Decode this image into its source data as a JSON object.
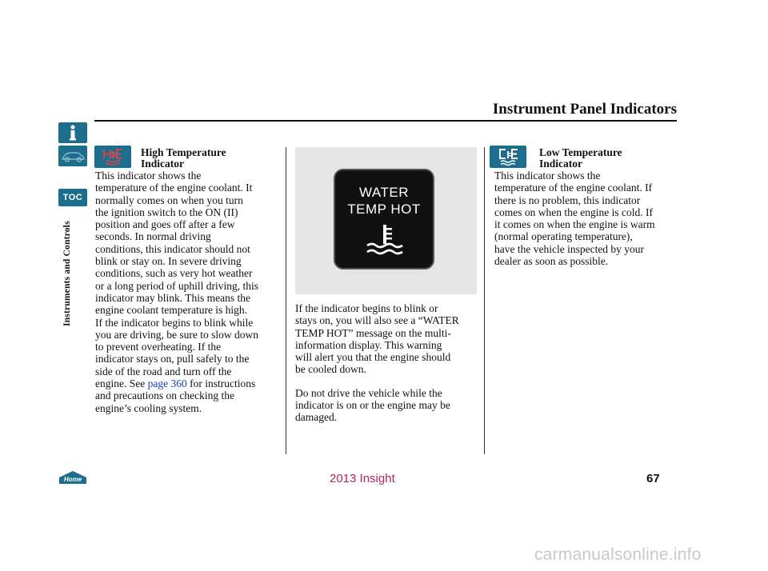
{
  "header": {
    "title": "Instrument Panel Indicators"
  },
  "nav": {
    "toc_label": "TOC",
    "side_label": "Instruments and Controls",
    "home_label": "Home"
  },
  "icons": {
    "accent_color": "#1c6e8c",
    "warning_color": "#d9444d"
  },
  "high_temp": {
    "title_line1": "High Temperature",
    "title_line2": "Indicator",
    "lines": [
      "This indicator shows the",
      "temperature of the engine coolant. It",
      "normally comes on when you turn",
      "the ignition switch to the ON (II)",
      "position and goes off after a few",
      "seconds. In normal driving",
      "conditions, this indicator should not",
      "blink or stay on. In severe driving",
      "conditions, such as very hot weather",
      "or a long period of uphill driving, this",
      "indicator may blink. This means the",
      "engine coolant temperature is high.",
      "If the indicator begins to blink while",
      "you are driving, be sure to slow down",
      "to prevent overheating. If the",
      "indicator stays on, pull safely to the",
      "side of the road and turn off the"
    ],
    "see_prefix": "engine. See ",
    "link_text": "page 360",
    "see_suffix": " for instructions",
    "tail_lines": [
      "and precautions on checking the",
      "engine’s cooling system."
    ]
  },
  "display": {
    "line1": "WATER",
    "line2": "TEMP HOT"
  },
  "middle": {
    "para1": [
      "If the indicator begins to blink or",
      "stays on, you will also see a “WATER",
      "TEMP HOT” message on the multi-",
      "information display. This warning",
      "will alert you that the engine should",
      "be cooled down."
    ],
    "para2": [
      "Do not drive the vehicle while the",
      "indicator is on or the engine may be",
      "damaged."
    ]
  },
  "low_temp": {
    "title_line1": "Low Temperature",
    "title_line2": "Indicator",
    "lines": [
      "This indicator shows the",
      "temperature of the engine coolant. If",
      "there is no problem, this indicator",
      "comes on when the engine is cold. If",
      "it comes on when the engine is warm",
      "(normal operating temperature),",
      "have the vehicle inspected by your",
      "dealer as soon as possible."
    ]
  },
  "footer": {
    "page_number": "67",
    "watermark": "2013 Insight",
    "site": "carmanualsonline.info"
  }
}
